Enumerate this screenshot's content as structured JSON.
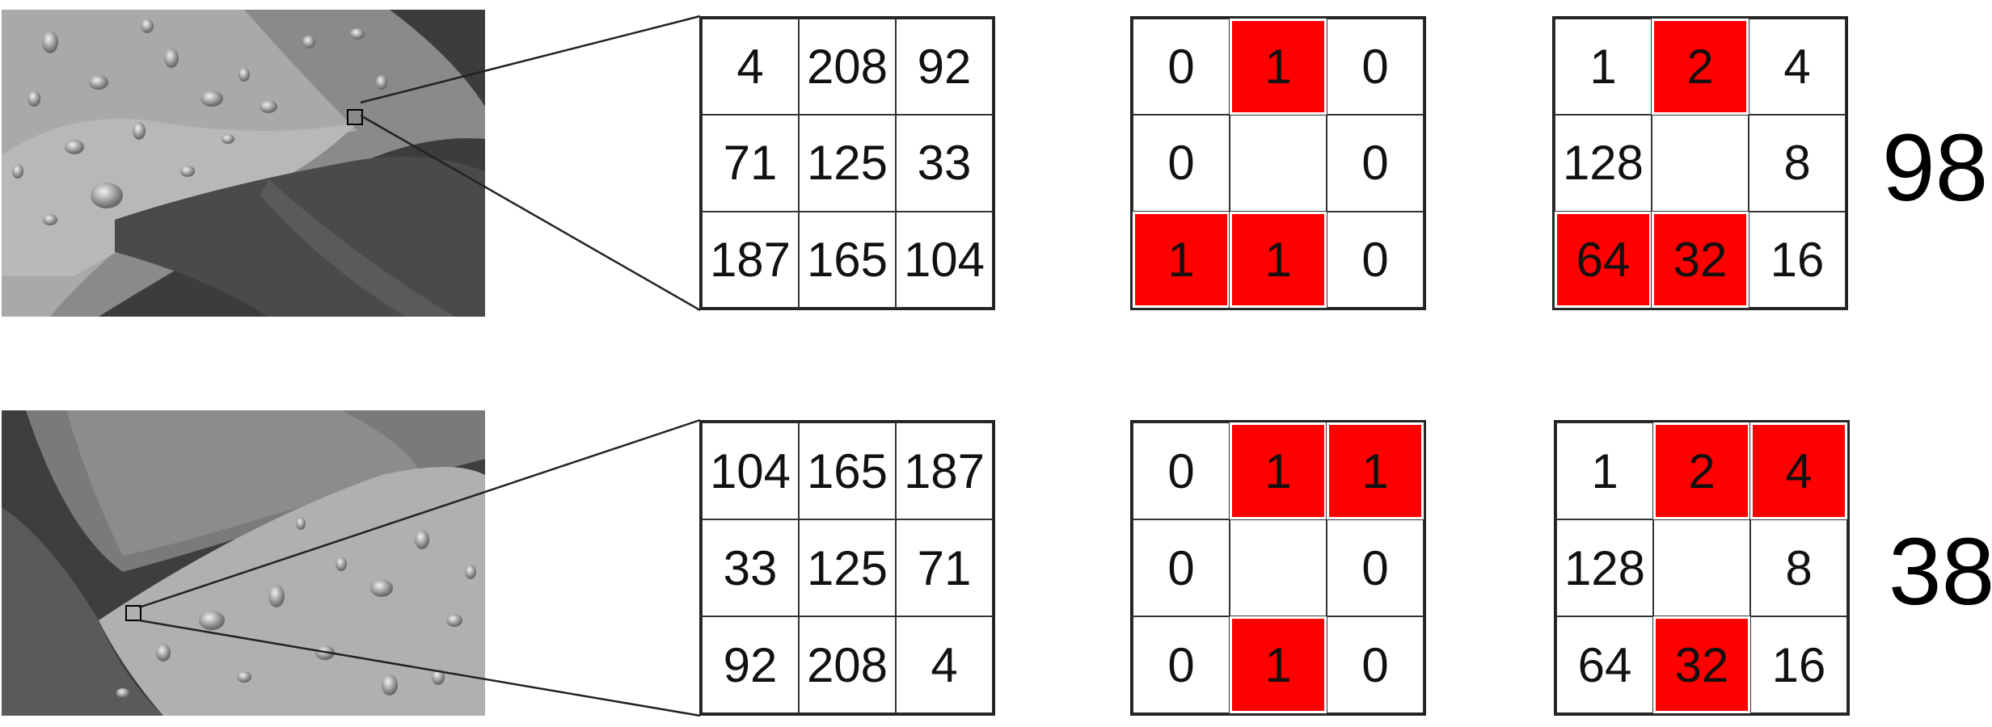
{
  "colors": {
    "highlight": "#ff0000",
    "grid_border": "#222222"
  },
  "rows": [
    {
      "pixels": [
        "4",
        "208",
        "92",
        "71",
        "125",
        "33",
        "187",
        "165",
        "104"
      ],
      "binary": [
        "0",
        "1",
        "0",
        "0",
        "",
        "0",
        "1",
        "1",
        "0"
      ],
      "weights": [
        "1",
        "2",
        "4",
        "128",
        "",
        "8",
        "64",
        "32",
        "16"
      ],
      "highlighted": [
        false,
        true,
        false,
        false,
        false,
        false,
        true,
        true,
        false
      ],
      "result": "98"
    },
    {
      "pixels": [
        "104",
        "165",
        "187",
        "33",
        "125",
        "71",
        "92",
        "208",
        "4"
      ],
      "binary": [
        "0",
        "1",
        "1",
        "0",
        "",
        "0",
        "0",
        "1",
        "0"
      ],
      "weights": [
        "1",
        "2",
        "4",
        "128",
        "",
        "8",
        "64",
        "32",
        "16"
      ],
      "highlighted": [
        false,
        true,
        true,
        false,
        false,
        false,
        false,
        true,
        false
      ],
      "result": "38"
    }
  ]
}
